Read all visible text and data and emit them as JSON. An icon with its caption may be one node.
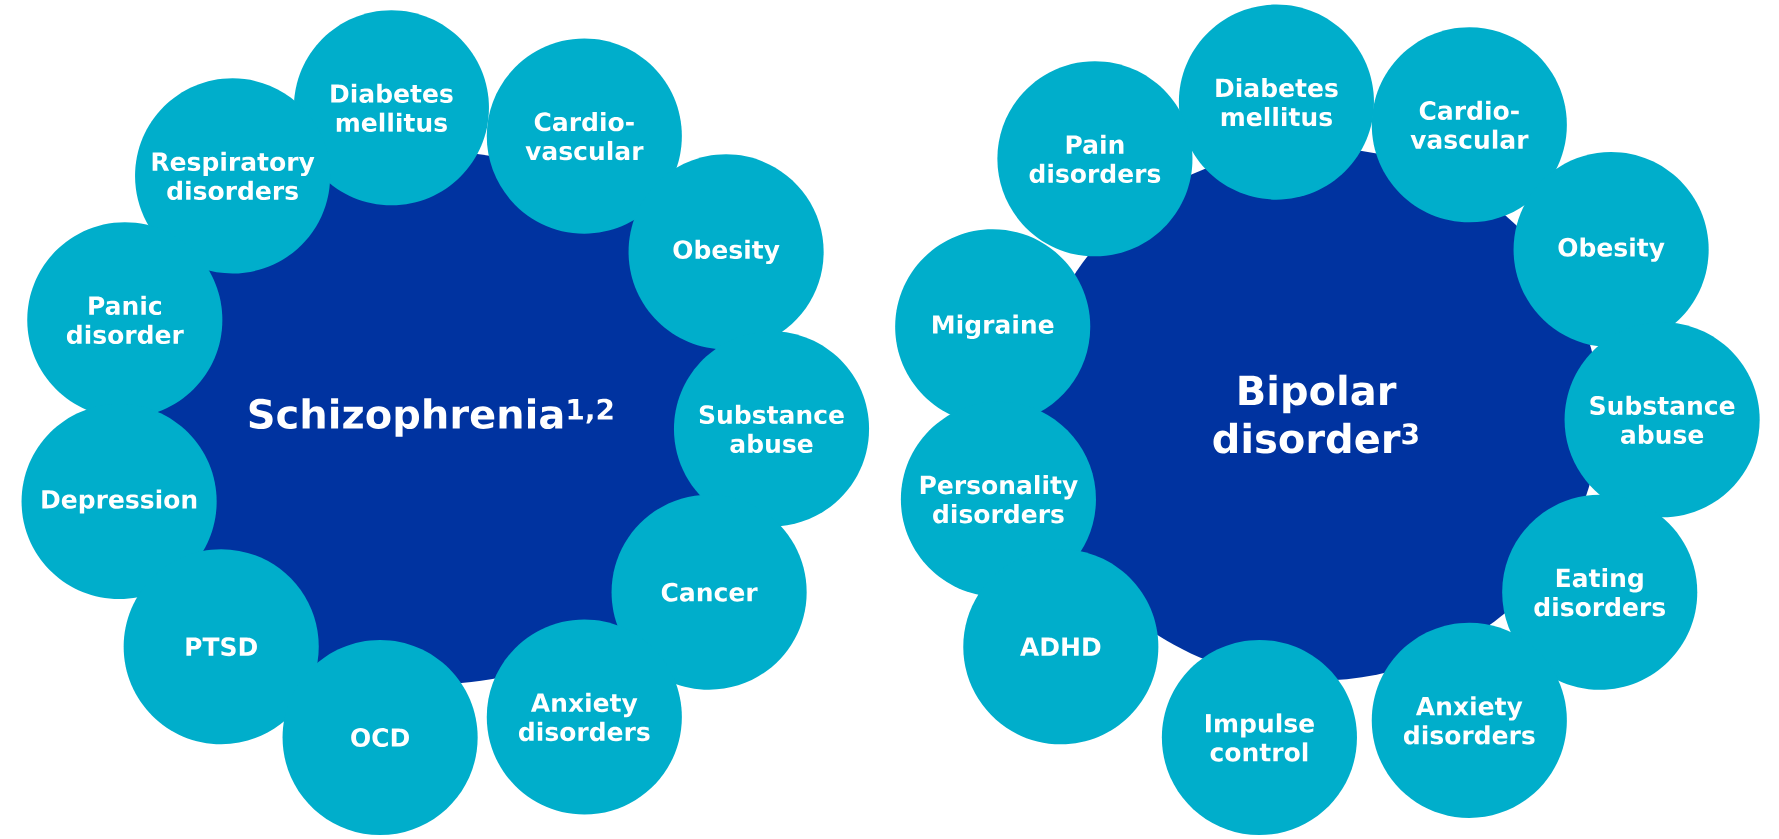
{
  "diagram": {
    "nodes": [
      {
        "text": [
          "Schizophrenia$^{1,2}$"
        ]
      },
      {
        "text": [
          "Diabetes mellitus"
        ]
      },
      {
        "text": [
          "Cardio-vascular"
        ]
      },
      {
        "text": [
          "Respiratory disorders"
        ]
      },
      {
        "text": [
          "Obesity"
        ]
      },
      {
        "text": [
          "Panic disorder"
        ]
      },
      {
        "text": [
          "Substance abuse"
        ]
      },
      {
        "text": [
          "Depression"
        ]
      },
      {
        "text": [
          "Cancer"
        ]
      },
      {
        "text": [
          "PTSD"
        ]
      },
      {
        "text": [
          "Anxiety disorders"
        ]
      },
      {
        "text": [
          "OCD"
        ]
      },
      {
        "text": [
          "Bipolar disorder$^{3}$"
        ]
      },
      {
        "text": [
          "Diabetes mellitus"
        ]
      },
      {
        "text": [
          "Cardio-vascular"
        ]
      },
      {
        "text": [
          "Pain disorders"
        ]
      },
      {
        "text": [
          "Obesity"
        ]
      },
      {
        "text": [
          "Migraine"
        ]
      },
      {
        "text": [
          "Substance abuse"
        ]
      },
      {
        "text": [
          "Personality disorders"
        ]
      },
      {
        "text": [
          "Eating disorders"
        ]
      },
      {
        "text": [
          "ADHD"
        ]
      },
      {
        "text": [
          "Anxiety disorders"
        ]
      },
      {
        "text": [
          "Impulse control"
        ]
      }
    ]
  }
}
